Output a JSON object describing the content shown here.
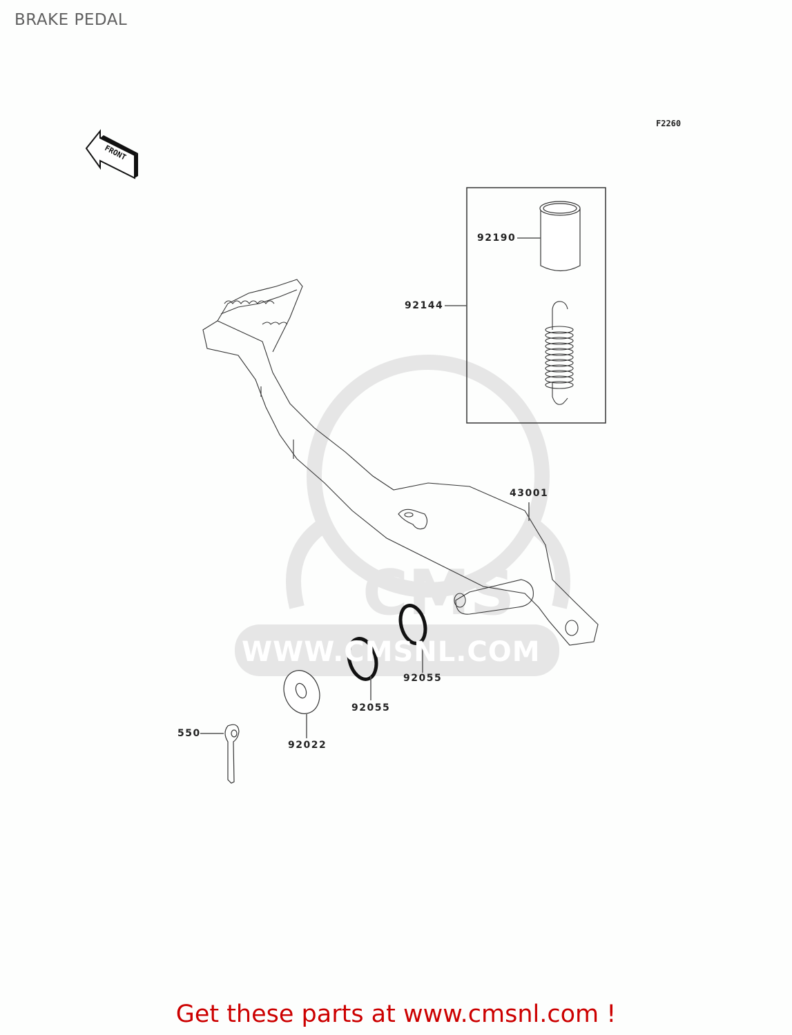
{
  "header": {
    "title": "BRAKE PEDAL",
    "figure_code": "F2260"
  },
  "orientation": {
    "front_arrow_label": "FRONT",
    "icon": "front-arrow-icon"
  },
  "watermark": {
    "logo_text": "CMS",
    "url_text": "WWW.CMSNL.COM",
    "color": "#e6e6e6"
  },
  "parts": [
    {
      "number": "92190",
      "description": "collar (inside kit box)"
    },
    {
      "number": "92144",
      "description": "spring kit"
    },
    {
      "number": "43001",
      "description": "brake pedal"
    },
    {
      "number": "92055",
      "description": "o-ring (right)"
    },
    {
      "number": "92055",
      "description": "o-ring (left)"
    },
    {
      "number": "92022",
      "description": "washer"
    },
    {
      "number": "550",
      "description": "cotter pin"
    }
  ],
  "footer": {
    "text": "Get these parts at www.cmsnl.com !",
    "color": "#cc0000"
  }
}
